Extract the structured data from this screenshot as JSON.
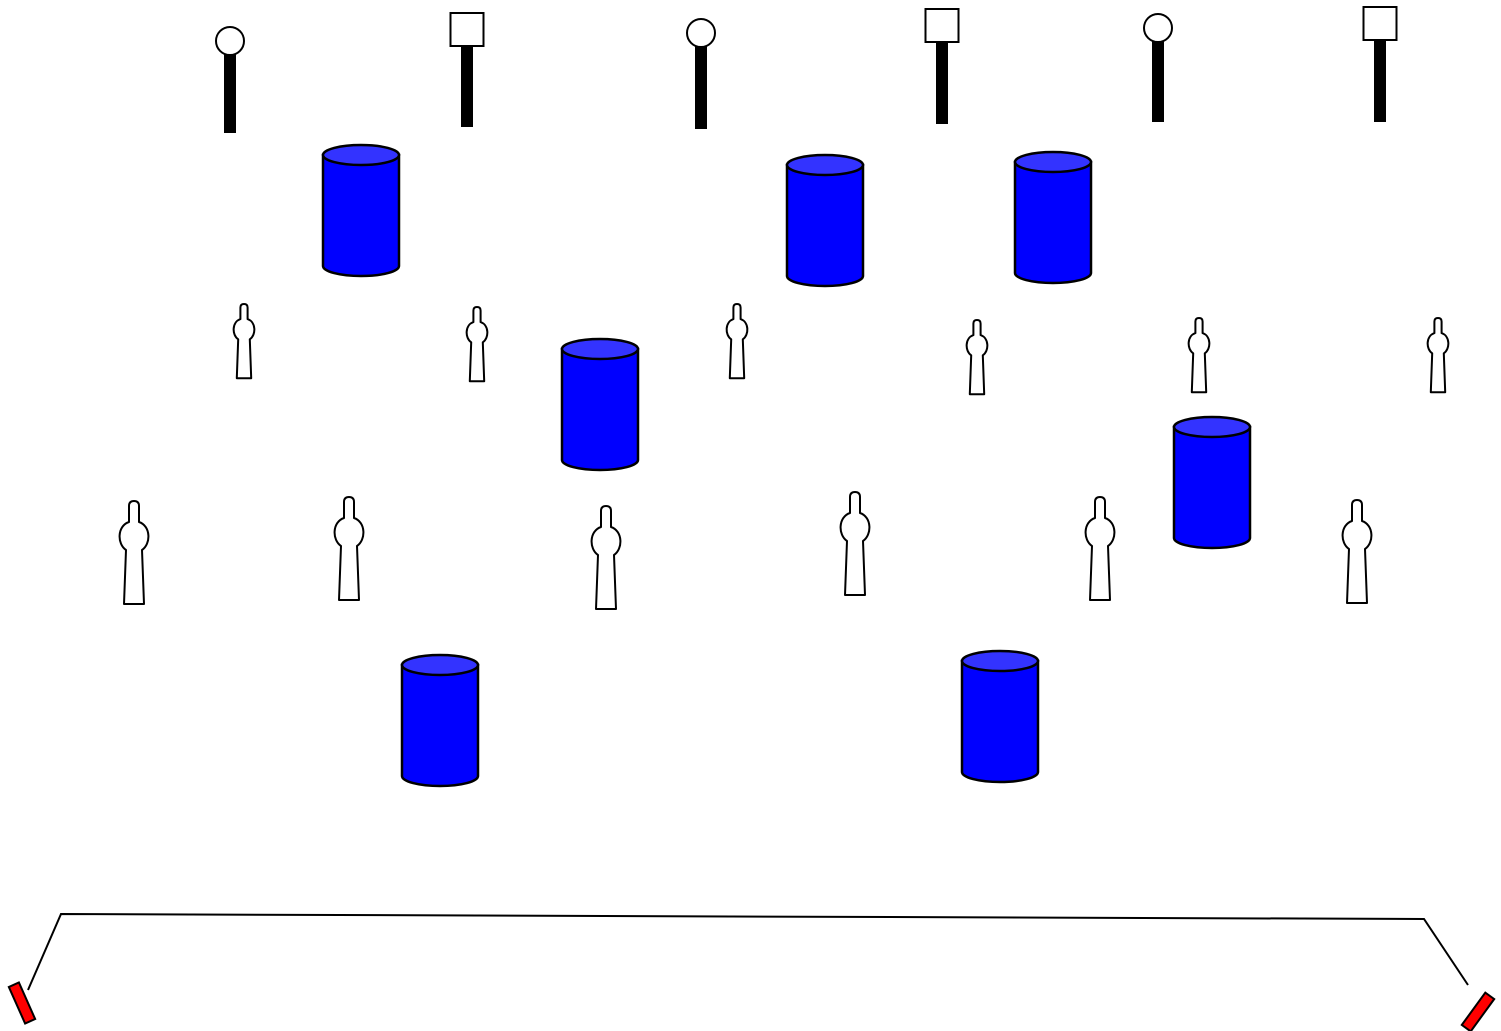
{
  "colors": {
    "background": "#ffffff",
    "barrel_body": "#0000ff",
    "barrel_top": "#3333ff",
    "outline": "#000000",
    "silhouette_fill": "#ffffff",
    "target_stand": "#000000",
    "fault_line_handle": "#ff0000"
  },
  "icons": {
    "steel_round": "round-steel-target-icon",
    "steel_square": "square-steel-target-icon",
    "barrel": "barrel-icon",
    "silhouette": "silhouette-target-icon",
    "fault_line": "fault-line-icon"
  },
  "steel_targets": [
    {
      "shape": "round"
    },
    {
      "shape": "square"
    },
    {
      "shape": "round"
    },
    {
      "shape": "square"
    },
    {
      "shape": "round"
    },
    {
      "shape": "square"
    }
  ],
  "barrel_count": 7,
  "far_silhouette_count": 6,
  "near_silhouette_count": 6,
  "fault_line": {
    "handles": 2
  }
}
